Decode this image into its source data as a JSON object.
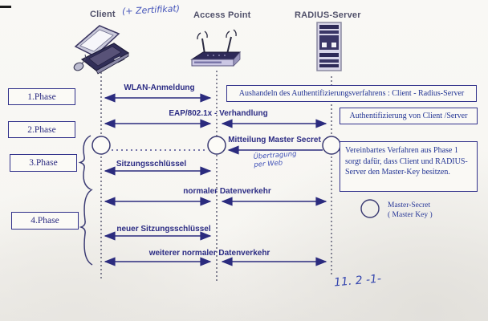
{
  "colors": {
    "ink": "#2b2b7e",
    "paper": "#f7f6f2",
    "handwriting_blue": "#4252b8",
    "text_navy": "#2c2c84"
  },
  "actors": [
    {
      "label": "Client",
      "handwritten_annotation": "(+ Zertifikat)",
      "icon": "laptop-icon"
    },
    {
      "label": "Access Point",
      "icon": "wireless-router-icon"
    },
    {
      "label": "RADIUS-Server",
      "icon": "server-tower-icon"
    }
  ],
  "phases": [
    {
      "label": "1.Phase"
    },
    {
      "label": "2.Phase"
    },
    {
      "label": "3.Phase"
    },
    {
      "label": "4.Phase"
    }
  ],
  "messages": [
    {
      "label": "WLAN-Anmeldung",
      "from": "Client",
      "to": "Access Point"
    },
    {
      "label": "EAP/802.1x - Verhandlung",
      "from": "Client",
      "to": "RADIUS-Server"
    },
    {
      "label": "Mitteilung Master Secret",
      "from": "RADIUS-Server",
      "to": "Access Point",
      "handwritten_note_line1": "Übertragung",
      "handwritten_note_line2": "per Web"
    },
    {
      "label": "Sitzungsschlüssel",
      "from": "Client",
      "to": "Access Point"
    },
    {
      "label": "normaler Datenverkehr",
      "from": "Client",
      "to": "RADIUS-Server"
    },
    {
      "label": "neuer Sitzungsschlüssel",
      "from": "Client",
      "to": "Access Point"
    },
    {
      "label": "weiterer normaler Datenverkehr",
      "from": "Client",
      "to": "RADIUS-Server"
    }
  ],
  "notes": [
    {
      "text": "Aushandeln des Authentifizierungsverfahrens : Client - Radius-Server"
    },
    {
      "text": "Authentifizierung von Client /Server"
    },
    {
      "text": "Vereinbartes Verfahren aus Phase 1 sorgt dafür, dass  Client und RADIUS-Server  den Master-Key besitzen."
    }
  ],
  "legend": {
    "line1": "Master-Secret",
    "line2": "( Master Key )"
  },
  "page_number": "11. 2 -1-"
}
